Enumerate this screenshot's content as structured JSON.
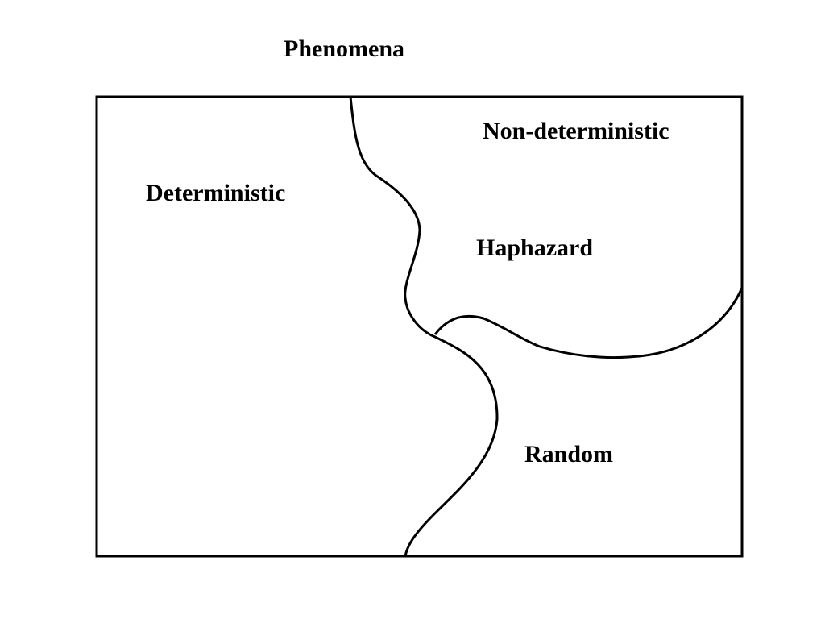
{
  "diagram": {
    "title": "Phenomena",
    "regions": {
      "deterministic": "Deterministic",
      "non_deterministic": "Non-deterministic",
      "haphazard": "Haphazard",
      "random": "Random"
    },
    "stroke_color": "#000000",
    "background_color": "#ffffff"
  }
}
